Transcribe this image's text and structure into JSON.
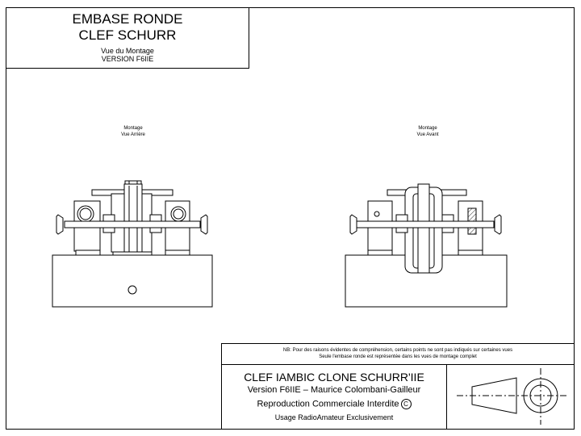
{
  "title": {
    "line1": "EMBASE RONDE",
    "line2": "CLEF SCHURR",
    "line3": "Vue du Montage",
    "line4": "VERSION F6IIE"
  },
  "views": {
    "rear": {
      "line1": "Montage",
      "line2": "Vue Arrière"
    },
    "front": {
      "line1": "Montage",
      "line2": "Vue Avant"
    }
  },
  "note": {
    "line1": "NB: Pour des raisons évidentes de compréhension, certains points ne sont pas indiqués sur certaines vues",
    "line2": "Seule l'embase ronde est représentée dans les vues de montage complet"
  },
  "cartouche": {
    "title": "CLEF IAMBIC CLONE SCHURR'IIE",
    "version": "Version F6IIE – Maurice Colombani-Gailleur",
    "repro": "Reproduction Commerciale Interdite",
    "copyright": "C",
    "usage": "Usage RadioAmateur Exclusivement"
  }
}
